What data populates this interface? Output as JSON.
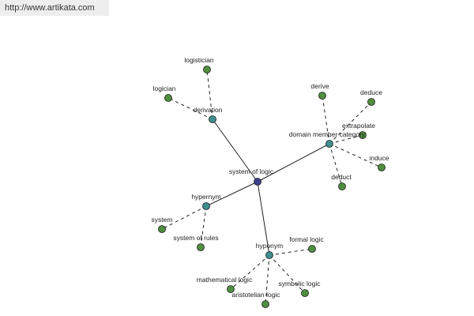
{
  "url": "http://www.artikata.com",
  "colors": {
    "center_node": "#3f3f8f",
    "relation_node": "#3f8f8f",
    "leaf_node": "#4f8f3f",
    "edge": "#222222"
  },
  "graph": {
    "center": {
      "id": "system-of-logic",
      "label": "system of logic"
    },
    "relations": [
      {
        "id": "derivation",
        "label": "derivation",
        "leaves": [
          {
            "id": "logistician",
            "label": "logistician"
          },
          {
            "id": "logician",
            "label": "logician"
          }
        ]
      },
      {
        "id": "domain-member-category",
        "label": "domain member category",
        "leaves": [
          {
            "id": "derive",
            "label": "derive"
          },
          {
            "id": "deduce",
            "label": "deduce"
          },
          {
            "id": "extrapolate",
            "label": "extrapolate"
          },
          {
            "id": "induce",
            "label": "induce"
          },
          {
            "id": "deduct",
            "label": "deduct"
          }
        ]
      },
      {
        "id": "hypernym",
        "label": "hypernym",
        "leaves": [
          {
            "id": "system",
            "label": "system"
          },
          {
            "id": "system-of-rules",
            "label": "system of rules"
          }
        ]
      },
      {
        "id": "hyponym",
        "label": "hyponym",
        "leaves": [
          {
            "id": "formal-logic",
            "label": "formal logic"
          },
          {
            "id": "mathematical-logic",
            "label": "mathematical logic"
          },
          {
            "id": "symbolic-logic",
            "label": "symbolic logic"
          },
          {
            "id": "aristotelian-logic",
            "label": "aristotelian logic"
          }
        ]
      }
    ]
  }
}
